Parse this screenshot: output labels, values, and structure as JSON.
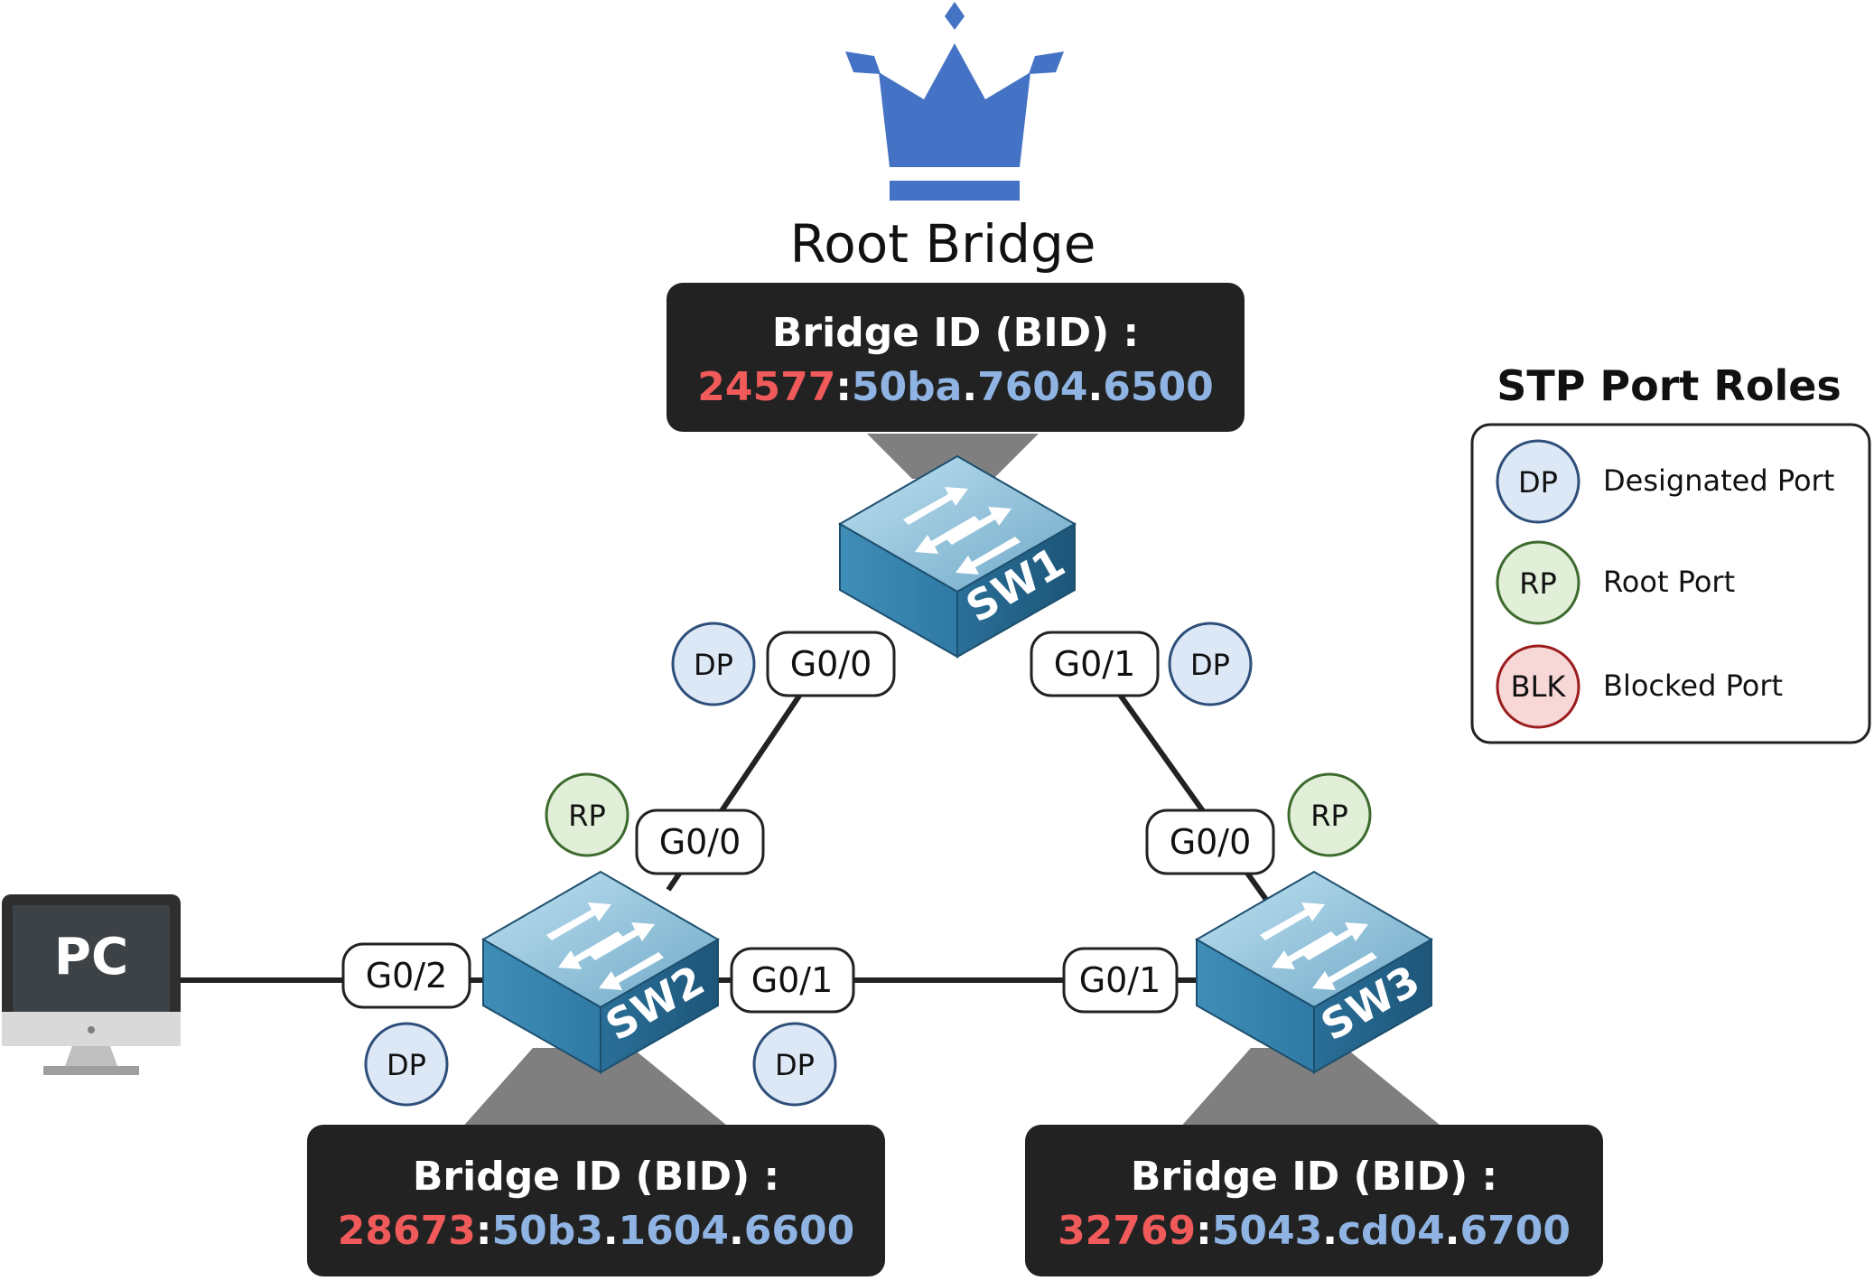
{
  "colors": {
    "priority": "#f05a5a",
    "mac": "#8fb4e3",
    "dp_fill": "#dce8f6",
    "dp_stroke": "#2e4f7a",
    "rp_fill": "#e1efd8",
    "rp_stroke": "#3d6b2e",
    "blk_fill": "#f8d7d7",
    "blk_stroke": "#9b1c1c",
    "crown": "#4472c4",
    "box": "#222222"
  },
  "root_label": "Root Bridge",
  "bid_title": "Bridge ID (BID) :",
  "switches": {
    "sw1": {
      "name": "SW1",
      "priority": "24577",
      "sep": ":",
      "mac": [
        "50ba",
        ".",
        "7604",
        ".",
        "6500"
      ]
    },
    "sw2": {
      "name": "SW2",
      "priority": "28673",
      "sep": ":",
      "mac": [
        "50b3",
        ".",
        "1604",
        ".",
        "6600"
      ]
    },
    "sw3": {
      "name": "SW3",
      "priority": "32769",
      "sep": ":",
      "mac": [
        "5043",
        ".",
        "cd04",
        ".",
        "6700"
      ]
    }
  },
  "pc_label": "PC",
  "ports": {
    "sw1_g00": "G0/0",
    "sw1_g01": "G0/1",
    "sw2_g00": "G0/0",
    "sw2_g01": "G0/1",
    "sw2_g02": "G0/2",
    "sw3_g00": "G0/0",
    "sw3_g01": "G0/1"
  },
  "roles": {
    "sw1_g00": "DP",
    "sw1_g01": "DP",
    "sw2_g00": "RP",
    "sw2_g01": "DP",
    "sw2_g02": "DP",
    "sw3_g00": "RP"
  },
  "legend": {
    "title": "STP Port Roles",
    "items": [
      {
        "abbr": "DP",
        "label": "Designated Port"
      },
      {
        "abbr": "RP",
        "label": "Root Port"
      },
      {
        "abbr": "BLK",
        "label": "Blocked Port"
      }
    ]
  }
}
